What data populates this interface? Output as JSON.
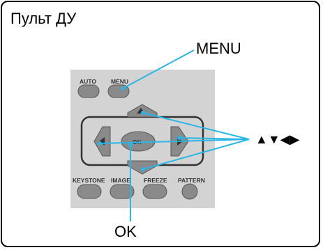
{
  "title": "Пульт ДУ",
  "callouts": {
    "menu": "MENU",
    "arrows": "▲▼◀▶",
    "ok": "OK"
  },
  "remote": {
    "top_buttons": [
      "AUTO",
      "MENU"
    ],
    "center_button": "OK",
    "bottom_buttons": [
      "KEYSTONE",
      "IMAGE",
      "FREEZE",
      "PATTERN"
    ]
  },
  "colors": {
    "remote_body": "#d3d3d3",
    "button": "#8a8a8a",
    "callout_line": "#29b6e6"
  }
}
